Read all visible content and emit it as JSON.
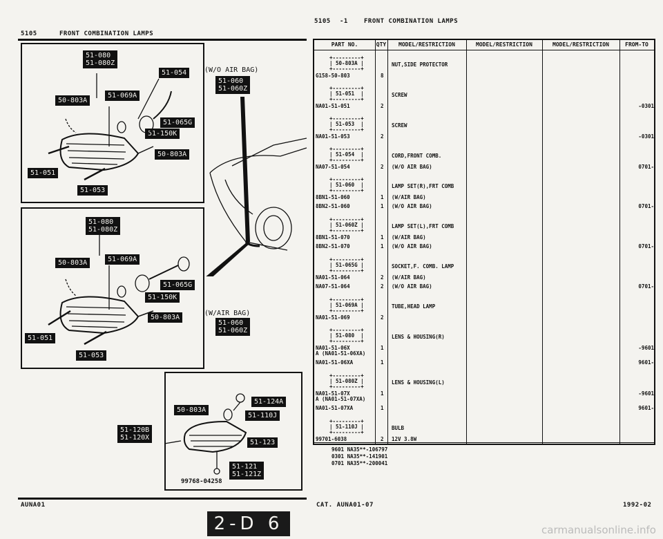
{
  "header": {
    "left_code": "5105",
    "left_title": "FRONT COMBINATION LAMPS",
    "right_code": "5105",
    "right_sheet": "-1",
    "right_title": "FRONT COMBINATION LAMPS"
  },
  "footer": {
    "left_code": "AUNA01",
    "catalog": "CAT. AUNA01-07",
    "date": "1992-02",
    "page_badge": "2-D 6",
    "watermark": "carmanualsonline.info"
  },
  "diagram": {
    "notes": {
      "wo_airbag": "(W/O AIR BAG)",
      "w_airbag": "(W/AIR BAG)"
    },
    "labels": {
      "p1_080": "51-080",
      "p1_080z": "51-080Z",
      "p1_054": "51-054",
      "p1_060": "51-060",
      "p1_060z": "51-060Z",
      "p1_069a": "51-069A",
      "p1_803a_l": "50-803A",
      "p1_065g": "51-065G",
      "p1_150k": "51-150K",
      "p1_803a_r": "50-803A",
      "p1_051": "51-051",
      "p1_053": "51-053",
      "p2_080": "51-080",
      "p2_080z": "51-080Z",
      "p2_069a": "51-069A",
      "p2_803a_l": "50-803A",
      "p2_065g": "51-065G",
      "p2_150k": "51-150K",
      "p2_803a_r": "50-803A",
      "p2_060": "51-060",
      "p2_060z": "51-060Z",
      "p2_051": "51-051",
      "p2_053": "51-053",
      "p3_124a": "51-124A",
      "p3_803a": "50-803A",
      "p3_110j": "51-110J",
      "p3_120b": "51-120B",
      "p3_120x": "51-120X",
      "p3_123": "51-123",
      "p3_121": "51-121",
      "p3_121z": "51-121Z",
      "p3_part": "99768-04258"
    }
  },
  "table": {
    "headers": [
      "PART NO.",
      "QTY",
      "MODEL/RESTRICTION",
      "MODEL/RESTRICTION",
      "MODEL/RESTRICTION",
      "FROM-TO"
    ],
    "rows": [
      {
        "ref": "50-803A",
        "part": "G158-50-803",
        "qty": "8",
        "desc": "NUT,SIDE PROTECTOR",
        "from_to": ""
      },
      {
        "ref": "51-051",
        "part": "NA01-51-051",
        "qty": "2",
        "desc": "SCREW",
        "from_to": "-0301"
      },
      {
        "ref": "51-053",
        "part": "NA01-51-053",
        "qty": "2",
        "desc": "SCREW",
        "from_to": "-0301"
      },
      {
        "ref": "51-054",
        "part": "NA07-51-054",
        "qty": "2",
        "desc": "CORD,FRONT COMB.",
        "desc2": "(W/O AIR BAG)",
        "from_to": "0701-"
      },
      {
        "ref": "51-060",
        "part": "8BN1-51-060",
        "qty": "1",
        "desc": "LAMP SET(R),FRT COMB",
        "desc2": "(W/AIR BAG)",
        "from_to": "",
        "part2": "8BN2-51-060",
        "qty2": "1",
        "desc3": "(W/O AIR BAG)",
        "from_to2": "0701-"
      },
      {
        "ref": "51-060Z",
        "part": "8BN1-51-070",
        "qty": "1",
        "desc": "LAMP SET(L),FRT COMB",
        "desc2": "(W/AIR BAG)",
        "from_to": "",
        "part2": "8BN2-51-070",
        "qty2": "1",
        "desc3": "(W/O AIR BAG)",
        "from_to2": "0701-"
      },
      {
        "ref": "51-065G",
        "part": "NA01-51-064",
        "qty": "2",
        "desc": "SOCKET,F. COMB. LAMP",
        "desc2": "(W/AIR BAG)",
        "from_to": "",
        "part2": "NA07-51-064",
        "qty2": "2",
        "desc3": "(W/O AIR BAG)",
        "from_to2": "0701-"
      },
      {
        "ref": "51-069A",
        "part": "NA01-51-069",
        "qty": "2",
        "desc": "TUBE,HEAD LAMP",
        "from_to": ""
      },
      {
        "ref": "51-080",
        "part": "NA01-51-06X",
        "qty": "1",
        "desc": "LENS & HOUSING(R)",
        "alt": "A (NA01-51-06XA)",
        "from_to": "-9601",
        "part2": "NA01-51-06XA",
        "qty2": "1",
        "from_to2": "9601-"
      },
      {
        "ref": "51-080Z",
        "part": "NA01-51-07X",
        "qty": "1",
        "desc": "LENS & HOUSING(L)",
        "alt": "A (NA01-51-07XA)",
        "from_to": "-9601",
        "part2": "NA01-51-07XA",
        "qty2": "1",
        "from_to2": "9601-"
      },
      {
        "ref": "51-110J",
        "part": "99701-6038",
        "qty": "2",
        "desc": "BULB",
        "desc2": "12V 3.8W",
        "from_to": ""
      }
    ],
    "serial_notes": [
      "9601 NA35**-106797",
      "0301 NA35**-141901",
      "0701 NA35**-200041"
    ]
  }
}
